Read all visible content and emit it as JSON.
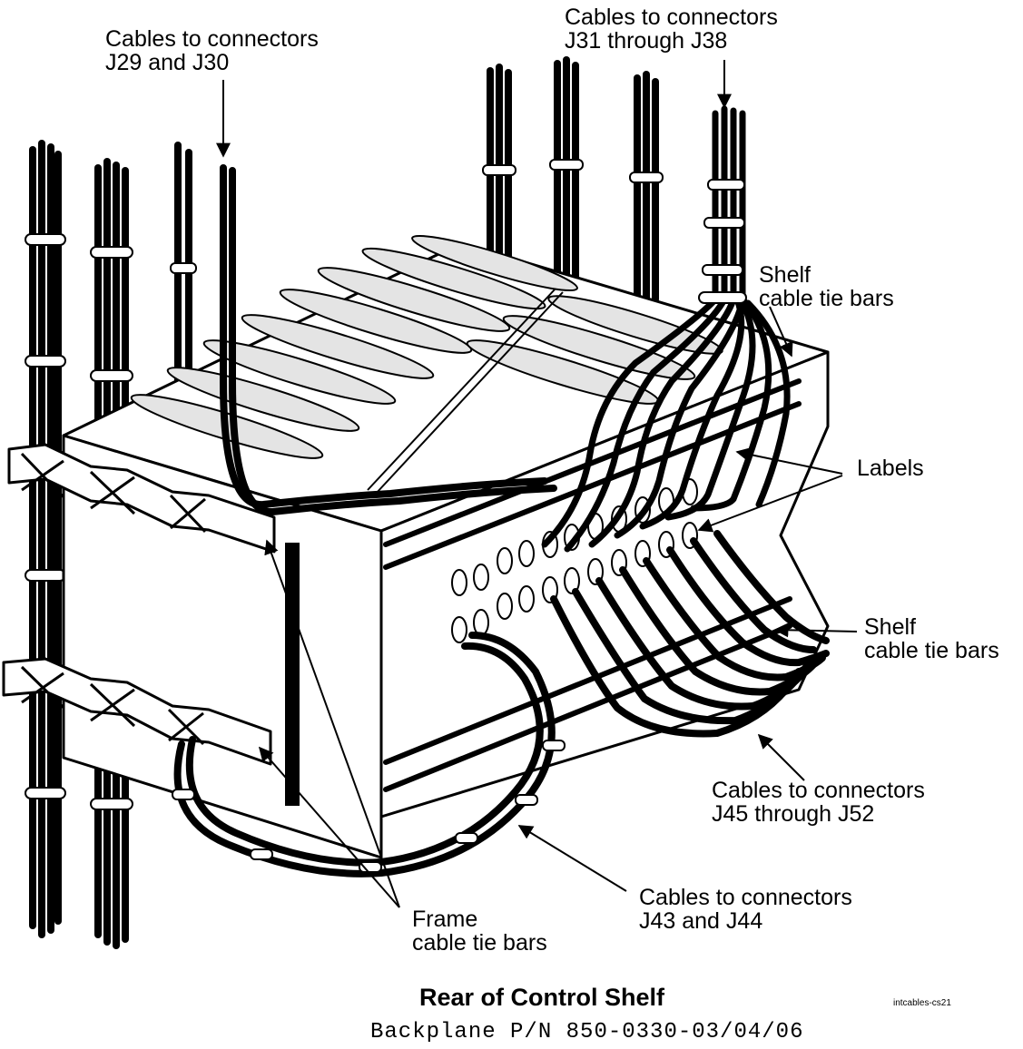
{
  "diagram": {
    "title": "Rear of Control Shelf",
    "subtitle": "Backplane P/N 850-0330-03/04/06",
    "figure_id": "intcables-cs21",
    "callouts": {
      "j29_j30": [
        "Cables to connectors",
        "J29 and J30"
      ],
      "j31_j38": [
        "Cables to connectors",
        "J31 through J38"
      ],
      "shelf_tie_bars_top": [
        "Shelf",
        "cable tie bars"
      ],
      "labels": [
        "Labels"
      ],
      "shelf_tie_bars_bottom": [
        "Shelf",
        "cable tie bars"
      ],
      "j45_j52": [
        "Cables to connectors",
        "J45 through J52"
      ],
      "j43_j44": [
        "Cables to connectors",
        "J43 and J44"
      ],
      "frame_tie_bars": [
        "Frame",
        "cable tie bars"
      ]
    }
  }
}
